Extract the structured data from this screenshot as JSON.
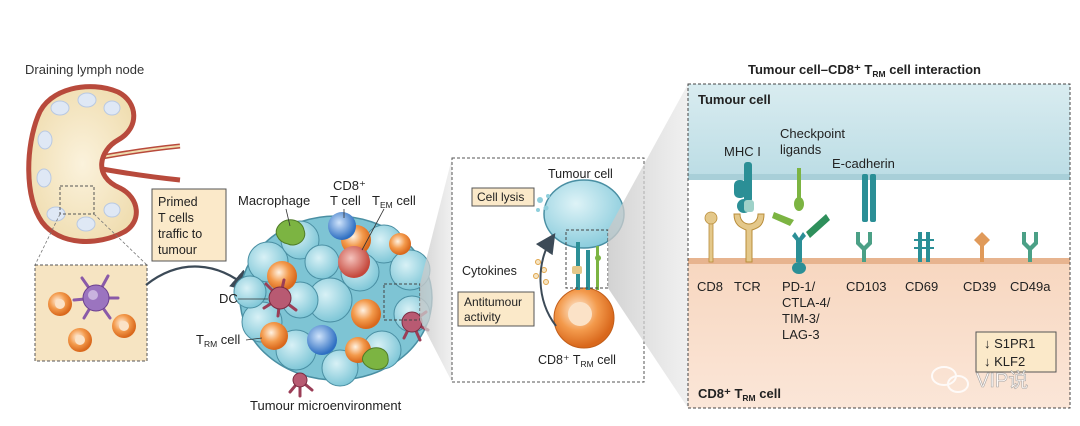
{
  "panels": {
    "lymph_node": {
      "title": "Draining lymph node",
      "traffic_label": [
        "Primed",
        "T cells",
        "traffic to",
        "tumour"
      ]
    },
    "tumour": {
      "labels": {
        "macrophage": "Macrophage",
        "cd8_t_line1": "CD8⁺",
        "cd8_t_line2": "T cell",
        "tem_main": "T",
        "tem_sub": "EM",
        "tem_suffix": " cell",
        "dc": "DC",
        "trm_main": "T",
        "trm_sub": "RM",
        "trm_suffix": " cell",
        "microenvironment": "Tumour microenvironment"
      }
    },
    "interaction_zoom": {
      "tumour_cell": "Tumour cell",
      "cell_lysis": "Cell lysis",
      "cytokines": "Cytokines",
      "antitumour": [
        "Antitumour",
        "activity"
      ],
      "trm_cell_main": "CD8⁺ T",
      "trm_cell_sub": "RM",
      "trm_cell_suffix": " cell"
    },
    "interaction_detail": {
      "title_main": "Tumour cell–CD8⁺ T",
      "title_sub": "RM",
      "title_suffix": " cell interaction",
      "tumour_cell_label": "Tumour cell",
      "trm_label_main": "CD8⁺ T",
      "trm_label_sub": "RM",
      "trm_label_suffix": " cell",
      "top_molecules": {
        "mhc": "MHC I",
        "checkpoint": [
          "Checkpoint",
          "ligands"
        ],
        "ecadherin": "E-cadherin"
      },
      "receptors": [
        "CD8",
        "TCR",
        "CD103",
        "CD69",
        "CD39",
        "CD49a"
      ],
      "pd1_block": [
        "PD-1/",
        "CTLA-4/",
        "TIM-3/",
        "LAG-3"
      ],
      "downregulated": [
        "↓ S1PR1",
        "↓ KLF2"
      ]
    }
  },
  "watermark": "VIP说",
  "colors": {
    "tumour_membrane_bg": "#d3e9ee",
    "trm_cytoplasm_bg": "#f7dcc8",
    "tumour_cell": "#8fcfdc",
    "trm_orange": "#f08a3c",
    "dc_purple": "#8a5aa8",
    "teal_molecule": "#2b8f96",
    "green_molecule": "#7cb442"
  }
}
